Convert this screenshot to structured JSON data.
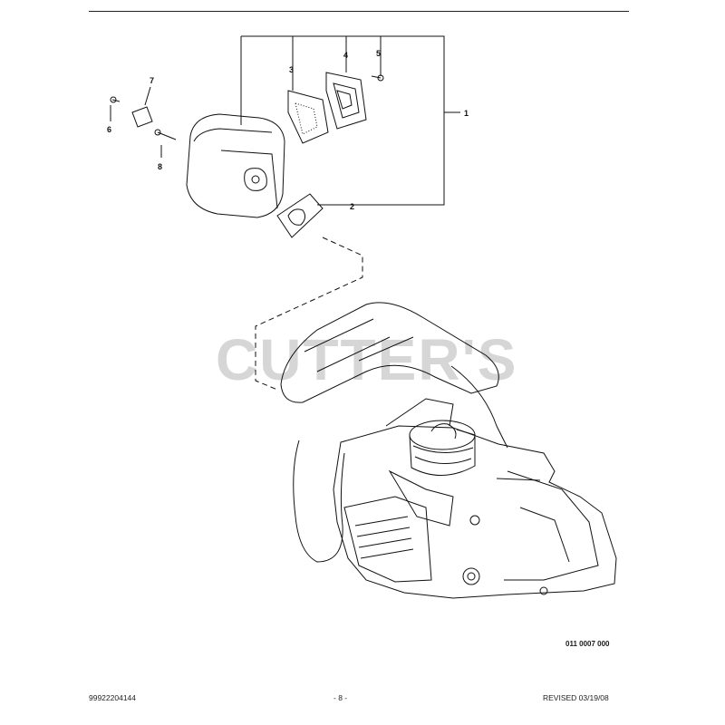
{
  "callouts": [
    "1",
    "2",
    "3",
    "4",
    "5",
    "6",
    "7",
    "8"
  ],
  "watermark_text": "CUTTER'S",
  "figure_code": "011 0007 000",
  "footer": {
    "part_number": "99922204144",
    "page": "- 8 -",
    "revised": "REVISED 03/19/08"
  }
}
